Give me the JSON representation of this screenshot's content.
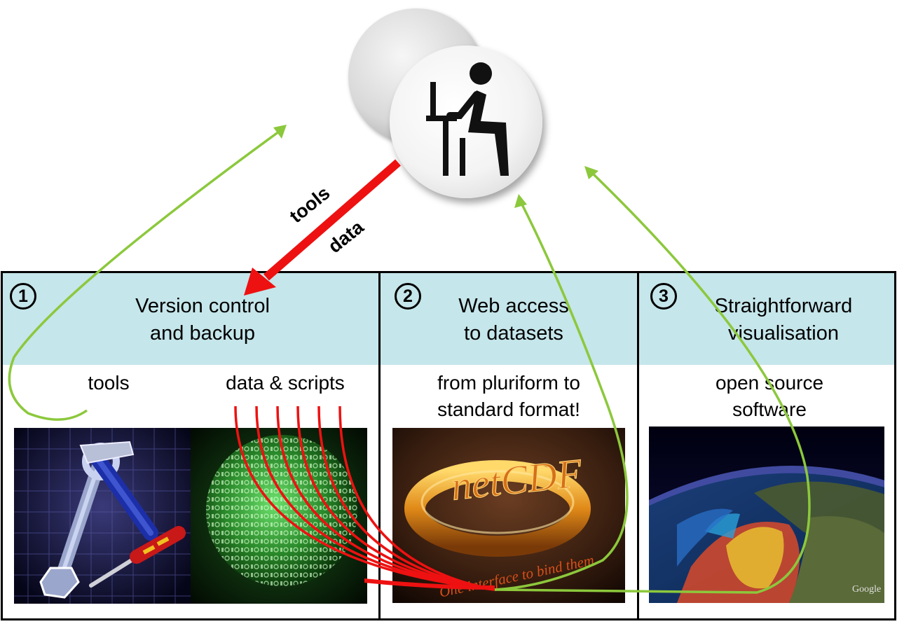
{
  "arrow_labels": {
    "first": "tools",
    "second": "data"
  },
  "panels": [
    {
      "number": "1",
      "title_line1": "Version control",
      "title_line2": "and backup",
      "caption_left": "tools",
      "caption_right": "data & scripts"
    },
    {
      "number": "2",
      "title_line1": "Web access",
      "title_line2": "to datasets",
      "caption_line1": "from pluriform to",
      "caption_line2": "standard format!",
      "image_text": "netCDF",
      "image_tagline": "One interface to bind them."
    },
    {
      "number": "3",
      "title_line1": "Straightforward",
      "title_line2": "visualisation",
      "caption_line1": "open source",
      "caption_line2": "software",
      "image_brand": "Google"
    }
  ],
  "colors": {
    "panel_header": "#c5e6ea",
    "green_arrow": "#8cc83c",
    "red_arrow": "#ee1111"
  },
  "icons": {
    "badge": "computer-user-icon",
    "tools_image": "hammer-wrench-screwdriver-icon",
    "data_image": "binary-globe-icon",
    "netcdf_image": "ring-icon",
    "earth_image": "earth-map-icon"
  }
}
